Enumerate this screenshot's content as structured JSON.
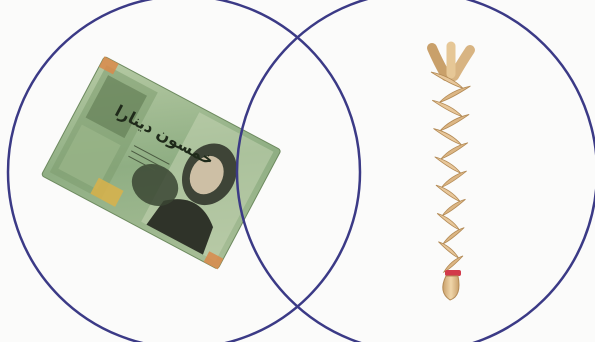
{
  "diagram": {
    "type": "venn",
    "sets": [
      {
        "id": "left",
        "picture": "jordanian-banknote"
      },
      {
        "id": "right",
        "picture": "hair-braid"
      }
    ],
    "colors": {
      "circle_stroke": "#3b3a86",
      "background": "#fbfbfa",
      "banknote_green": "#8fae83",
      "banknote_dark": "#4a5a40",
      "braid_fill": "#e8c79a",
      "braid_shadow": "#c9a06a",
      "hair_tie": "#d23a4a"
    },
    "banknote": {
      "arabic_text": "خمسون دينارا"
    }
  }
}
